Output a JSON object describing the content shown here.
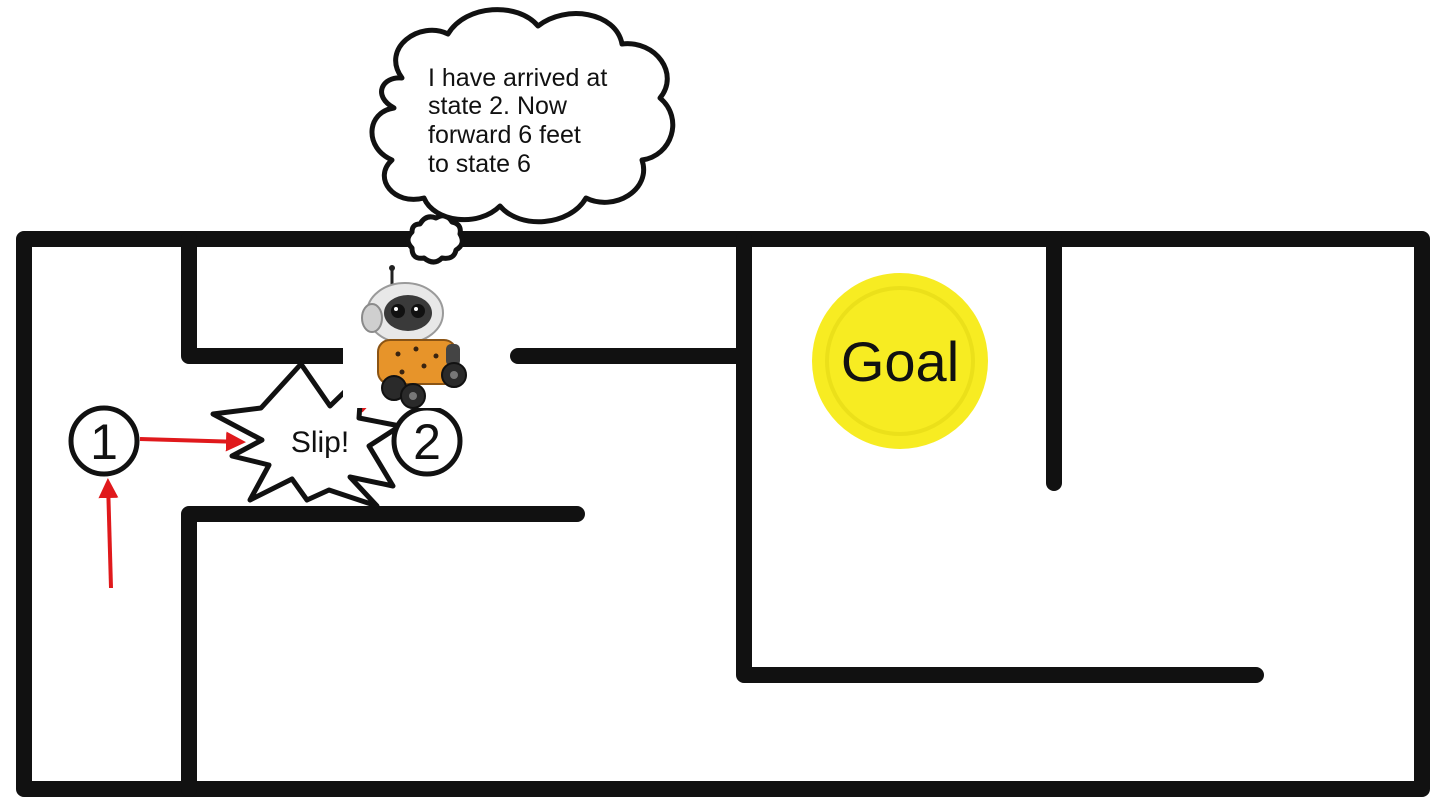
{
  "thought": {
    "lines": [
      "I have arrived at",
      "state 2. Now",
      "forward 6 feet",
      "to state 6"
    ]
  },
  "states": [
    {
      "label": "1"
    },
    {
      "label": "2"
    }
  ],
  "slip": {
    "label": "Slip!"
  },
  "goal": {
    "label": "Goal"
  },
  "colors": {
    "wall": "#111111",
    "arrow": "#e0191c",
    "goal_fill": "#f7ec22",
    "goal_ring": "#ebe01a",
    "robot_body": "#e7942a"
  },
  "icons": {
    "robot": "robot-icon",
    "thought_bubble": "thought-bubble-icon",
    "slip_burst": "burst-icon"
  }
}
